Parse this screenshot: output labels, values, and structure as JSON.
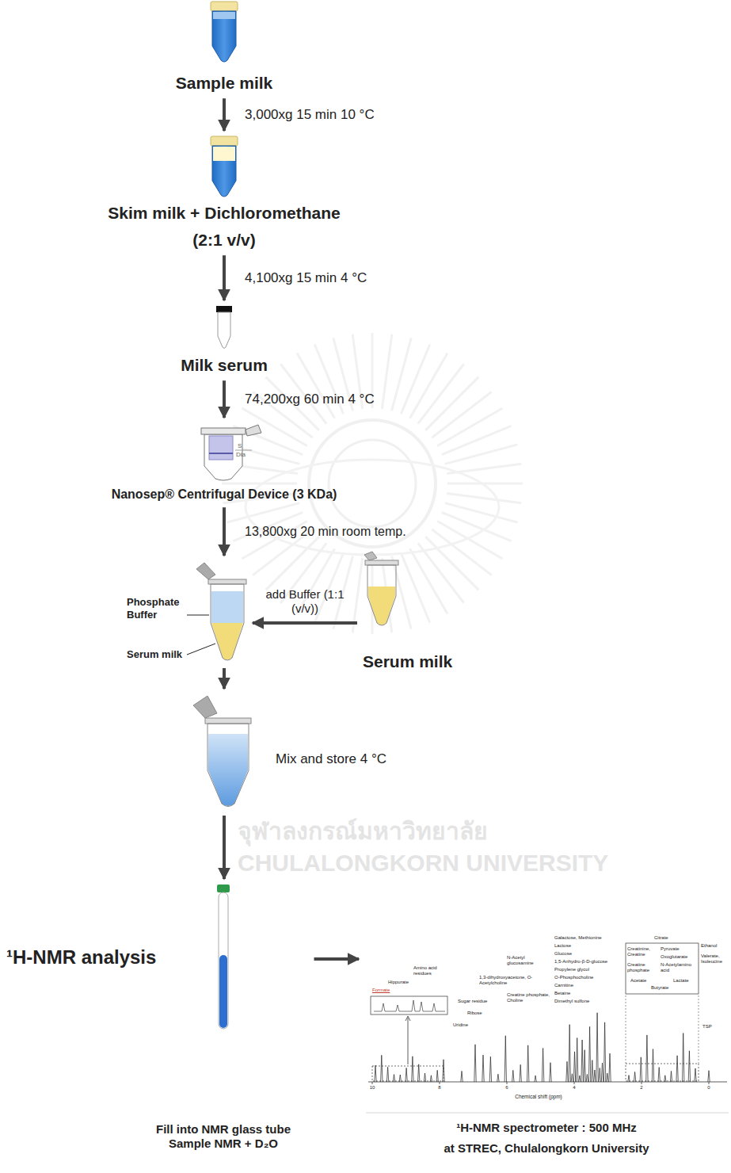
{
  "diagram": {
    "nodes": [
      {
        "text": [
          "Sample milk"
        ]
      },
      {
        "text": [
          "Skim milk + Dichloromethane",
          "(2:1 v/v)"
        ]
      },
      {
        "text": [
          "Milk serum"
        ]
      },
      {
        "text": [
          "Nanosep® Centrifugal Device (3 KDa)"
        ]
      },
      {
        "text": [
          "Phosphate Buffer",
          "Serum milk"
        ]
      },
      {
        "text": [
          "Serum milk"
        ]
      },
      {
        "text": [
          "Mix and store 4 °C"
        ]
      },
      {
        "text": [
          "¹H-NMR analysis",
          "Fill into NMR glass tube Sample NMR + D₂O"
        ]
      },
      {
        "text": [
          "¹H-NMR spectrometer : 500 MHz",
          "at STREC, Chulalongkorn University"
        ]
      }
    ],
    "edges": [
      {
        "from": 0,
        "to": 1,
        "arrow": "to",
        "label": "3,000xg 15 min 10 °C"
      },
      {
        "from": 1,
        "to": 2,
        "arrow": "to",
        "label": "4,100xg 15 min 4 °C"
      },
      {
        "from": 2,
        "to": 3,
        "arrow": "to",
        "label": "74,200xg 60 min 4 °C"
      },
      {
        "from": 3,
        "to": 4,
        "arrow": "to",
        "label": "13,800xg 20 min room temp."
      },
      {
        "from": 5,
        "to": 4,
        "arrow": "to",
        "label": "add Buffer (1:1 (v/v))"
      },
      {
        "from": 4,
        "to": 6,
        "arrow": "to"
      },
      {
        "from": 6,
        "to": 7,
        "arrow": "to"
      },
      {
        "from": 7,
        "to": 8,
        "arrow": "to"
      }
    ],
    "labels": [
      "S",
      "Dia",
      "จุฬาลงกรณ์มหาวิทยาลัย",
      "CHULALONGKORN UNIVERSITY",
      "Formate",
      "Hippurate",
      "Amino acid residues",
      "Sugar residue",
      "Ribose",
      "Uridine",
      "1,3-dihydroxyacetone, O-Acetylcholine",
      "N-Acetyl glucosamine",
      "Creatine phosphate, Choline",
      "Galactose, Methionine",
      "Lactose",
      "Glucose",
      "1,5-Anhydro-β-D-glucose",
      "Propylene glycol",
      "O-Phosphocholine",
      "Carnitine",
      "Betaine",
      "Dimethyl sulfone",
      "Creatinine, Creatine",
      "Creatine phosphate",
      "Citrate",
      "Pyruvate",
      "Oxoglutarate",
      "N-Acetylamino acid",
      "Acetate",
      "Butyrate",
      "Lactate",
      "Ethanol",
      "Valerate, Isoleucine",
      "TSP",
      "10",
      "8",
      "6",
      "4",
      "2",
      "0",
      "Chemical shift (ppm)"
    ]
  }
}
